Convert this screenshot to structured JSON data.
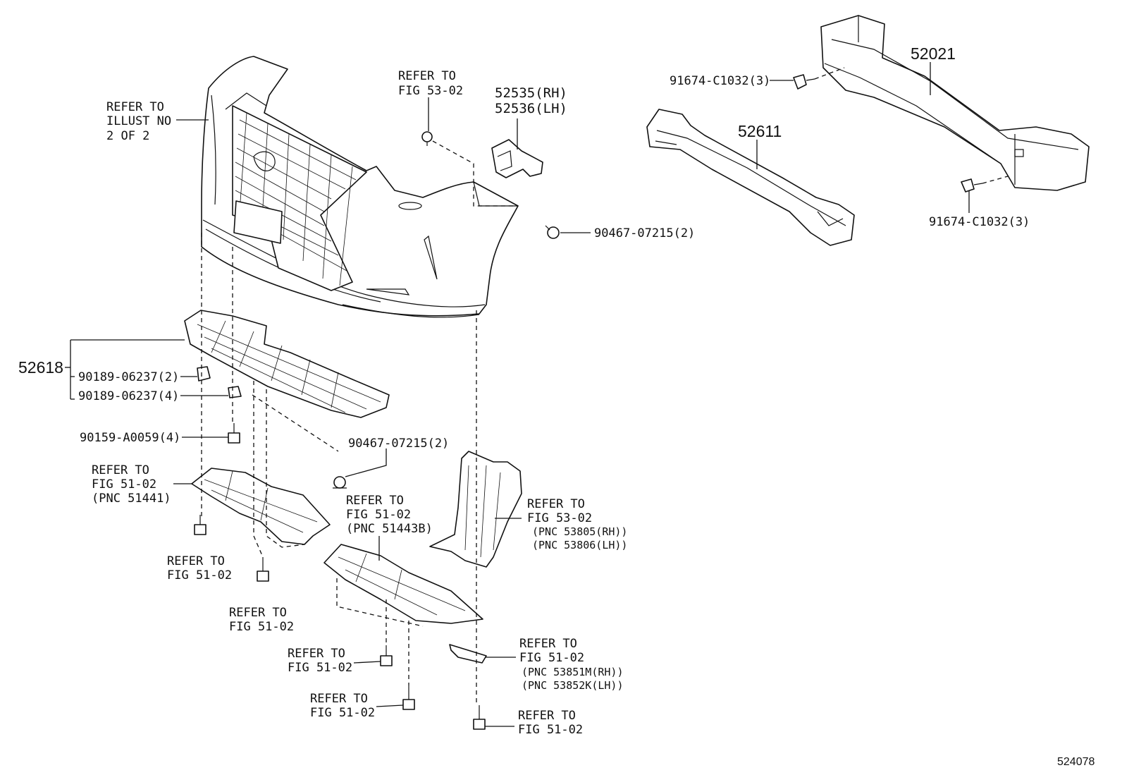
{
  "figure_id": "524078",
  "callouts": {
    "refer_illust": [
      "REFER TO",
      "ILLUST NO",
      "2 OF 2"
    ],
    "refer_fig53_top": [
      "REFER TO",
      "FIG 53-02"
    ],
    "bracket_rh": "52535(RH)",
    "bracket_lh": "52536(LH)",
    "clip_right": "90467-07215(2)",
    "bolt_top": "91674-C1032(3)",
    "bolt_bottom": "91674-C1032(3)",
    "reinforcement": "52021",
    "absorber": "52611",
    "cover_assy": "52618",
    "nut_a": "90189-06237(2)",
    "nut_b": "90189-06237(4)",
    "screw": "90159-A0059(4)",
    "clip_lower": "90467-07215(2)",
    "refer_51441": [
      "REFER TO",
      "FIG 51-02",
      "(PNC 51441)"
    ],
    "refer_51443b": [
      "REFER TO",
      "FIG 51-02",
      "(PNC 51443B)"
    ],
    "refer_liner": [
      "REFER TO",
      "FIG 53-02"
    ],
    "liner_rh": "(PNC 53805(RH))",
    "liner_lh": "(PNC 53806(LH))",
    "refer_bolt_a": [
      "REFER TO",
      "FIG 51-02"
    ],
    "refer_bolt_b": [
      "REFER TO",
      "FIG 51-02"
    ],
    "refer_bolt_c": [
      "REFER TO",
      "FIG 51-02"
    ],
    "refer_bolt_d": [
      "REFER TO",
      "FIG 51-02"
    ],
    "refer_seal": [
      "REFER TO",
      "FIG 51-02"
    ],
    "seal_rh": "(PNC 53851M(RH))",
    "seal_lh": "(PNC 53852K(LH))",
    "refer_bolt_e": [
      "REFER TO",
      "FIG 51-02"
    ]
  }
}
